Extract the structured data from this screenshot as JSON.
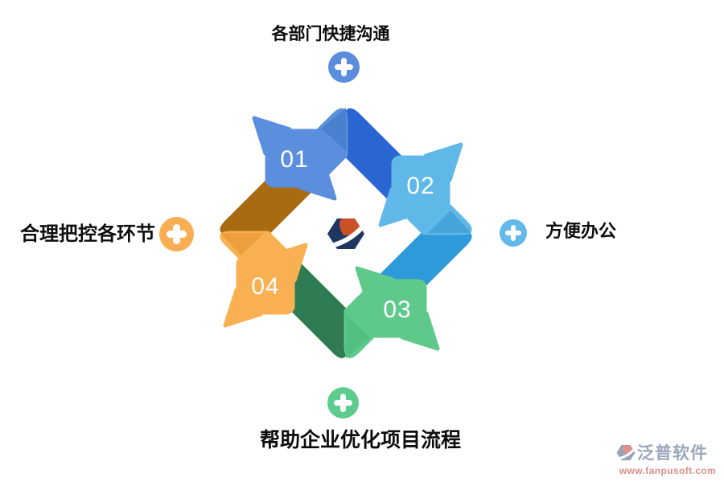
{
  "diagram": {
    "arrows": [
      {
        "number": "01",
        "light": "#5b8edd",
        "dark": "#2a66d1",
        "shade": "#4b80cf"
      },
      {
        "number": "02",
        "light": "#5fb8e8",
        "dark": "#2d9bd9",
        "shade": "#45a5d8"
      },
      {
        "number": "03",
        "light": "#5fc98c",
        "dark": "#2f7c52",
        "shade": "#52c083"
      },
      {
        "number": "04",
        "light": "#f9b052",
        "dark": "#a96b12",
        "shade": "#eb9f3d"
      }
    ],
    "labels": [
      {
        "side": "top",
        "text": "各部门快捷沟通",
        "plus_color": "#5a8edd"
      },
      {
        "side": "right",
        "text": "方便办公",
        "plus_color": "#63b9e9"
      },
      {
        "side": "bottom",
        "text": "帮助企业优化项目流程",
        "plus_color": "#5ecc8f"
      },
      {
        "side": "left",
        "text": "合理把控各环节",
        "plus_color": "#f9ae54"
      }
    ],
    "center_logo": {
      "hex_color": "#1f3660",
      "sail_color": "#cb5128",
      "swoosh_color": "#ffffff"
    }
  },
  "watermark": {
    "brand": "泛普软件",
    "url": "www.fanpusoft.com",
    "brand_color": "#9aa6ba",
    "url_color": "#d8908a",
    "logo_hex_color": "#97a3b7",
    "logo_sail_color": "#d9938b"
  }
}
